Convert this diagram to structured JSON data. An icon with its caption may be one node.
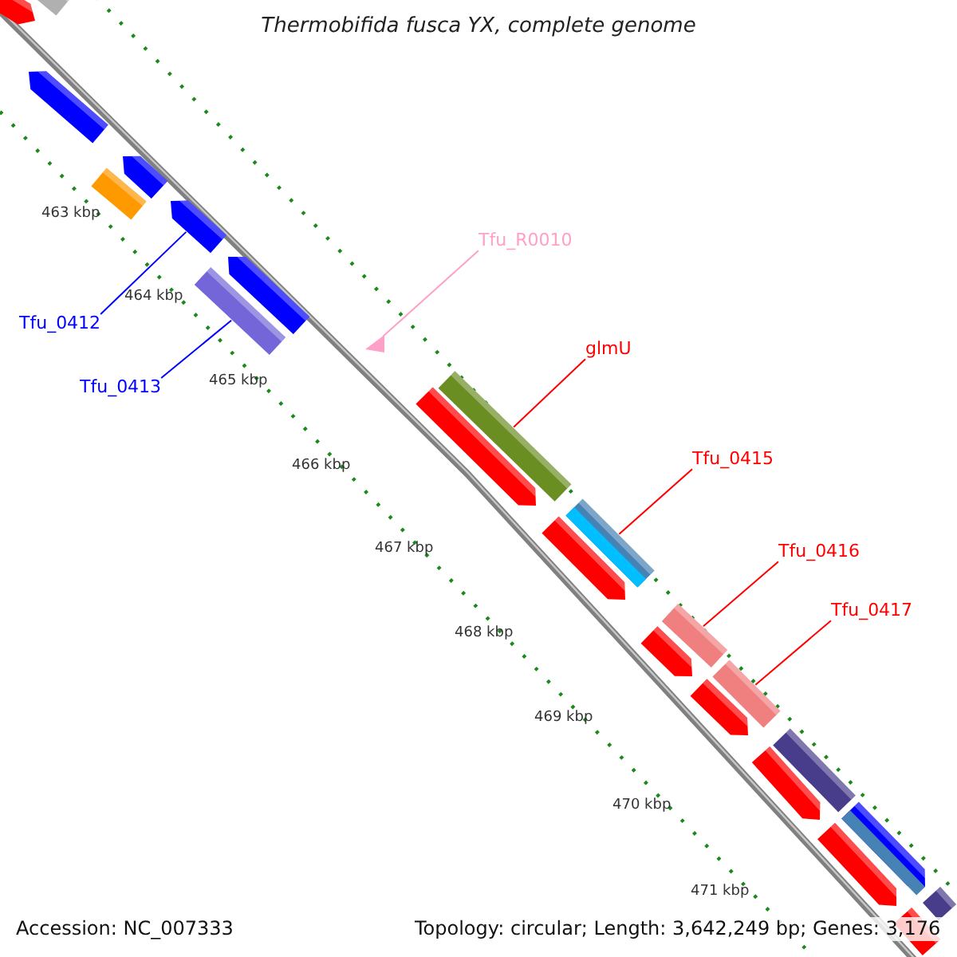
{
  "diagram": {
    "title": "Thermobifida fusca YX, complete genome",
    "nodes": [
      {
        "text": [
          "Tfu_R0010"
        ]
      },
      {
        "text": [
          "Tfu_0412"
        ]
      },
      {
        "text": [
          "glmU"
        ]
      },
      {
        "text": [
          "Tfu_0413"
        ]
      },
      {
        "text": [
          "Tfu_0415"
        ]
      },
      {
        "text": [
          "Tfu_0416"
        ]
      },
      {
        "text": [
          "Tfu_0417"
        ]
      },
      {
        "text": [],
        "shape": "arrow"
      },
      {
        "text": [],
        "shape": "bar"
      },
      {
        "text": [],
        "shape": "arrow"
      },
      {
        "text": [],
        "shape": "bar"
      },
      {
        "text": [],
        "shape": "arrow"
      },
      {
        "text": [],
        "shape": "arrow"
      },
      {
        "text": [],
        "shape": "arrow"
      },
      {
        "text": [],
        "shape": "bar"
      },
      {
        "text": [],
        "shape": "triangle"
      },
      {
        "text": [],
        "shape": "bar"
      },
      {
        "text": [],
        "shape": "arrow"
      },
      {
        "text": [],
        "shape": "bar"
      },
      {
        "text": [],
        "shape": "arrow"
      },
      {
        "text": [],
        "shape": "bar"
      },
      {
        "text": [],
        "shape": "arrow"
      },
      {
        "text": [],
        "shape": "bar"
      },
      {
        "text": [],
        "shape": "arrow"
      },
      {
        "text": [],
        "shape": "bar"
      },
      {
        "text": [],
        "shape": "arrow"
      },
      {
        "text": [],
        "shape": "arrow"
      },
      {
        "text": [],
        "shape": "arrow"
      },
      {
        "text": [],
        "shape": "bar"
      },
      {
        "text": [],
        "shape": "bar"
      }
    ],
    "edges": [
      {
        "from": 0,
        "to": 15,
        "arrow": "none",
        "color": "#ffa0c8"
      },
      {
        "from": 1,
        "to": 12,
        "arrow": "none",
        "color": "#0000ff"
      },
      {
        "from": 2,
        "to": 16,
        "arrow": "none"
      },
      {
        "from": 3,
        "to": 14,
        "arrow": "none",
        "color": "#0000ff"
      },
      {
        "from": 4,
        "to": 18,
        "arrow": "none"
      },
      {
        "from": 5,
        "to": 20,
        "arrow": "none"
      },
      {
        "from": 6,
        "to": 22,
        "arrow": "none"
      }
    ],
    "labels": [
      "463 kbp",
      "464 kbp",
      "465 kbp",
      "466 kbp",
      "467 kbp",
      "468 kbp",
      "469 kbp",
      "470 kbp",
      "471 kbp",
      "Accession: NC_007333",
      "Topology: circular; Length: 3,642,249 bp; Genes: 3,176"
    ]
  }
}
